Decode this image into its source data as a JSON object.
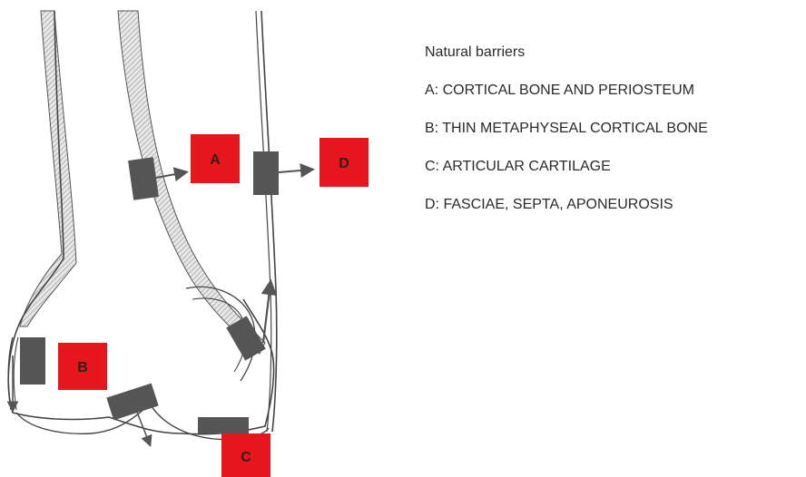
{
  "diagram": {
    "labels": {
      "a": "A",
      "b": "B",
      "c": "C",
      "d": "D"
    },
    "colors": {
      "label_box": "#e5161c",
      "barrier_block": "#555555",
      "cortex_hatch": "#b8b8b8",
      "outline": "#444444"
    }
  },
  "legend": {
    "title": "Natural barriers",
    "items": [
      "A: CORTICAL BONE AND PERIOSTEUM",
      "B: THIN METAPHYSEAL CORTICAL BONE",
      "C: ARTICULAR CARTILAGE",
      "D: FASCIAE, SEPTA, APONEUROSIS"
    ]
  }
}
